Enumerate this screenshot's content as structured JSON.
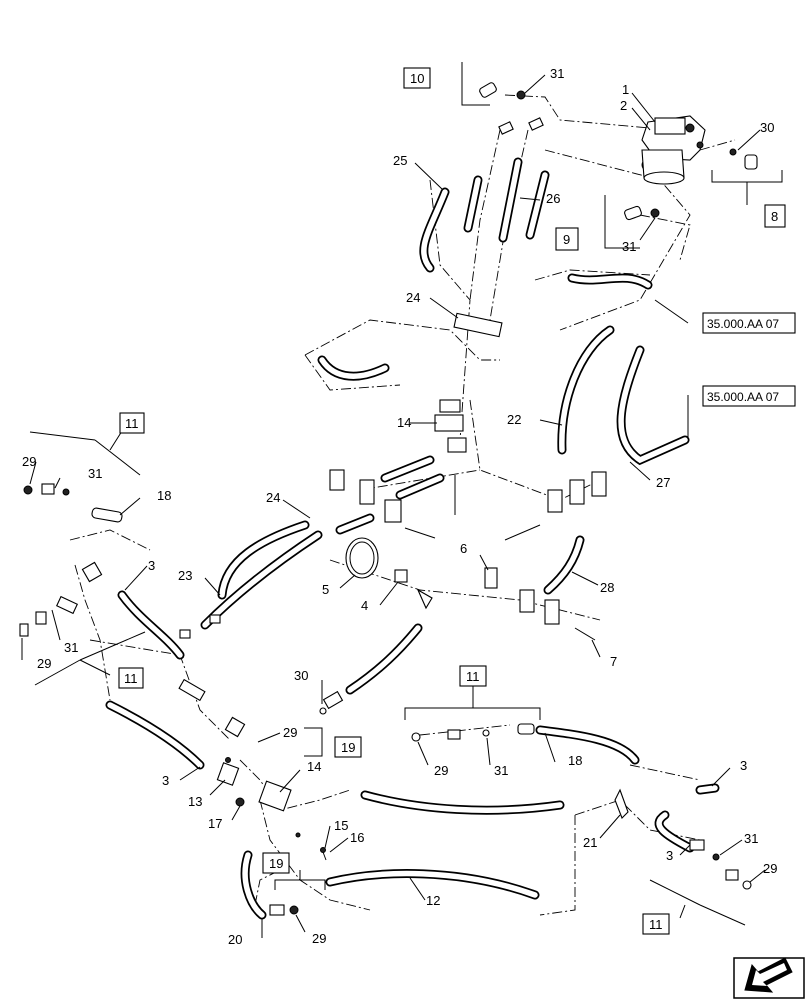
{
  "callouts": [
    {
      "id": "c1",
      "text": "1"
    },
    {
      "id": "c2",
      "text": "2"
    },
    {
      "id": "c3a",
      "text": "3"
    },
    {
      "id": "c3b",
      "text": "3"
    },
    {
      "id": "c3c",
      "text": "3"
    },
    {
      "id": "c3d",
      "text": "3"
    },
    {
      "id": "c4",
      "text": "4"
    },
    {
      "id": "c5",
      "text": "5"
    },
    {
      "id": "c6",
      "text": "6"
    },
    {
      "id": "c7",
      "text": "7"
    },
    {
      "id": "c12",
      "text": "12"
    },
    {
      "id": "c13",
      "text": "13"
    },
    {
      "id": "c14a",
      "text": "14"
    },
    {
      "id": "c14b",
      "text": "14"
    },
    {
      "id": "c15",
      "text": "15"
    },
    {
      "id": "c16",
      "text": "16"
    },
    {
      "id": "c17",
      "text": "17"
    },
    {
      "id": "c18a",
      "text": "18"
    },
    {
      "id": "c18b",
      "text": "18"
    },
    {
      "id": "c20",
      "text": "20"
    },
    {
      "id": "c21",
      "text": "21"
    },
    {
      "id": "c22",
      "text": "22"
    },
    {
      "id": "c23",
      "text": "23"
    },
    {
      "id": "c24a",
      "text": "24"
    },
    {
      "id": "c24b",
      "text": "24"
    },
    {
      "id": "c25",
      "text": "25"
    },
    {
      "id": "c26",
      "text": "26"
    },
    {
      "id": "c27",
      "text": "27"
    },
    {
      "id": "c28",
      "text": "28"
    },
    {
      "id": "c29a",
      "text": "29"
    },
    {
      "id": "c29b",
      "text": "29"
    },
    {
      "id": "c29c",
      "text": "29"
    },
    {
      "id": "c29d",
      "text": "29"
    },
    {
      "id": "c29e",
      "text": "29"
    },
    {
      "id": "c29f",
      "text": "29"
    },
    {
      "id": "c30a",
      "text": "30"
    },
    {
      "id": "c30b",
      "text": "30"
    },
    {
      "id": "c31a",
      "text": "31"
    },
    {
      "id": "c31b",
      "text": "31"
    },
    {
      "id": "c31c",
      "text": "31"
    },
    {
      "id": "c31d",
      "text": "31"
    },
    {
      "id": "c31e",
      "text": "31"
    },
    {
      "id": "c31f",
      "text": "31"
    }
  ],
  "boxed_callouts": [
    {
      "id": "b10",
      "text": "10"
    },
    {
      "id": "b8",
      "text": "8"
    },
    {
      "id": "b9",
      "text": "9"
    },
    {
      "id": "b11a",
      "text": "11"
    },
    {
      "id": "b11b",
      "text": "11"
    },
    {
      "id": "b11c",
      "text": "11"
    },
    {
      "id": "b11d",
      "text": "11"
    },
    {
      "id": "b19a",
      "text": "19"
    },
    {
      "id": "b19b",
      "text": "19"
    }
  ],
  "references": [
    {
      "id": "r1",
      "text": "35.000.AA 07"
    },
    {
      "id": "r2",
      "text": "35.000.AA 07"
    }
  ]
}
